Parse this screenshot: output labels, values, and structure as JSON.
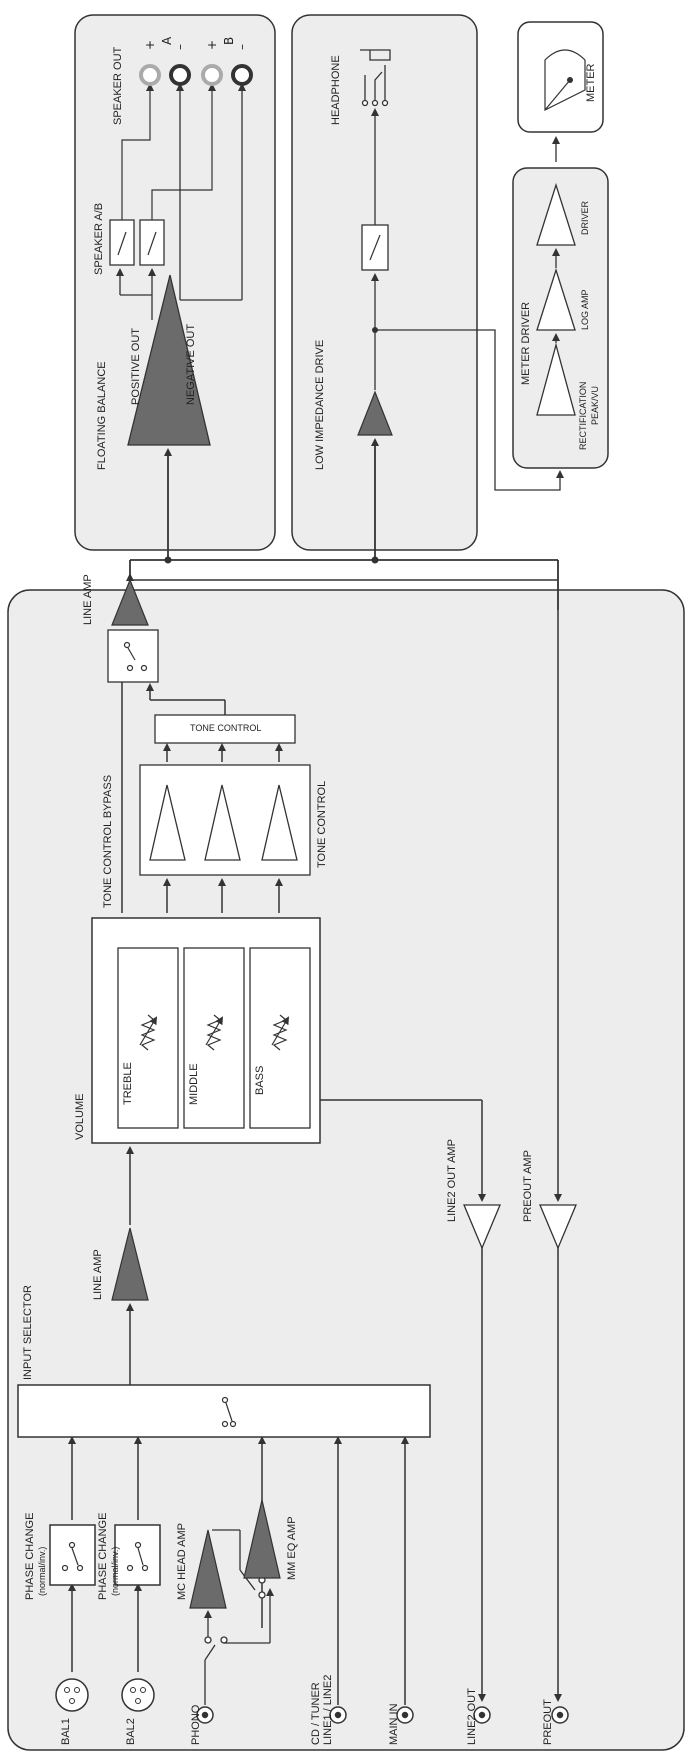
{
  "colors": {
    "panel_fill": "#ededed",
    "block_fill": "#ffffff",
    "triangle_dark": "#6b6b6b",
    "line": "#333333",
    "terminal_ring": "#aaaaaa"
  },
  "labels": {
    "bal1": "BAL1",
    "bal2": "BAL2",
    "phono": "PHONO",
    "cd_tuner": "CD / TUNER",
    "line1_line2": "LINE1 / LINE2",
    "main_in": "MAIN IN",
    "line2_out": "LINE2 OUT",
    "preout": "PREOUT",
    "phase_change_1": "PHASE CHANGE",
    "phase_change_1_sub": "(normal/inv.)",
    "phase_change_2": "PHASE CHANGE",
    "phase_change_2_sub": "(normal/inv.)",
    "mc_head_amp": "MC HEAD AMP",
    "mm_eq_amp": "MM EQ AMP",
    "input_selector": "INPUT SELECTOR",
    "line_amp_1": "LINE AMP",
    "line2_out_amp": "LINE2 OUT AMP",
    "preout_amp": "PREOUT AMP",
    "volume": "VOLUME",
    "treble": "TREBLE",
    "middle": "MIDDLE",
    "bass": "BASS",
    "tone_control_bypass": "TONE CONTROL BYPASS",
    "tone_control_amps": "TONE CONTROL",
    "tone_control_box": "TONE CONTROL",
    "line_amp_2": "LINE AMP",
    "floating_balance": "FLOATING BALANCE",
    "positive_out": "POSITIVE OUT",
    "negative_out": "NEGATIVE OUT",
    "speaker_ab": "SPEAKER A/B",
    "speaker_out": "SPEAKER OUT",
    "plus_a": "+",
    "minus_a": "–",
    "a": "A",
    "plus_b": "+",
    "minus_b": "–",
    "b": "B",
    "low_impedance_drive": "LOW IMPEDANCE DRIVE",
    "headphone": "HEADPHONE",
    "meter_driver": "METER DRIVER",
    "rectification": "RECTIFICATION",
    "peak_vu": "PEAK/VU",
    "log_amp": "LOG AMP",
    "driver": "DRIVER",
    "meter": "METER"
  }
}
